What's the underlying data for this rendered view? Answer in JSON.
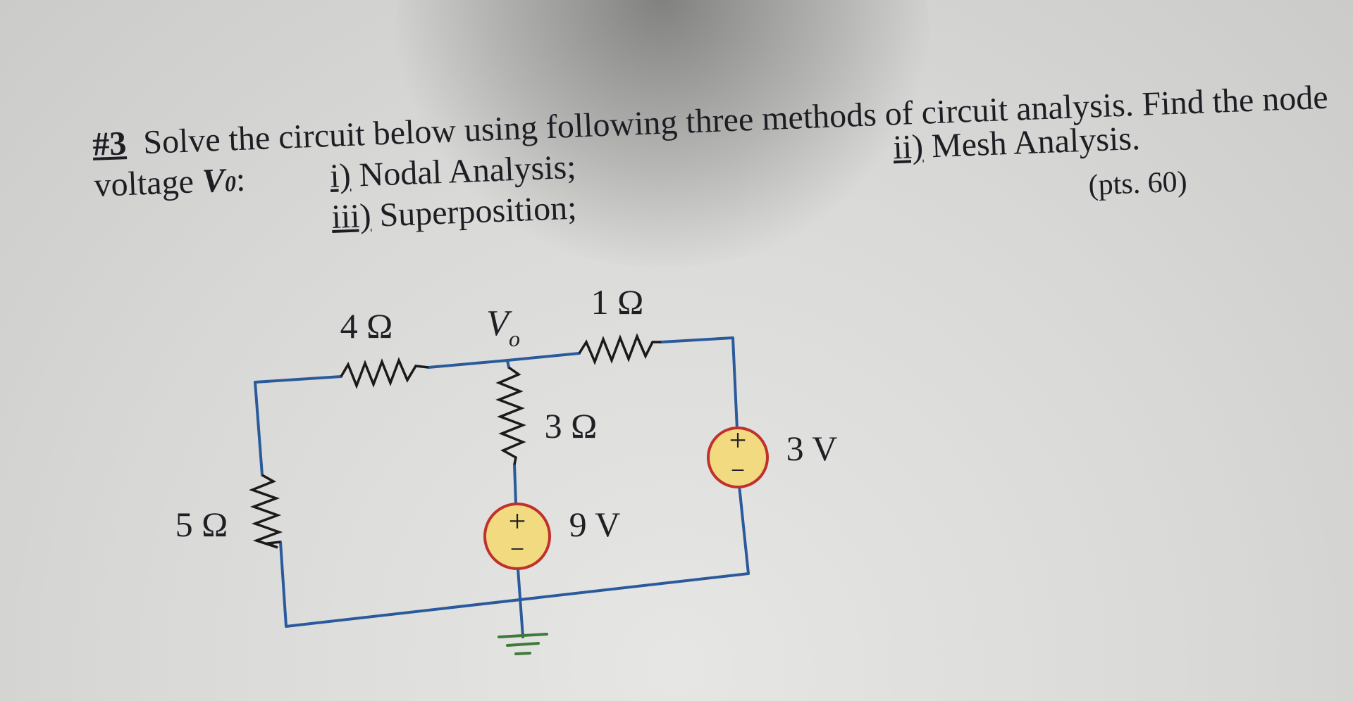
{
  "problem": {
    "number": "#3",
    "line1": "Solve the circuit below using following three methods of circuit analysis.  Find the node",
    "line2_prefix": "voltage ",
    "variable": "V",
    "variable_sub": "0",
    "line2_suffix": ":",
    "method_1_tag": "i)",
    "method_1_text": " Nodal Analysis;",
    "method_2_tag": "ii)",
    "method_2_text": " Mesh Analysis.",
    "method_3_tag": "iii)",
    "method_3_text": " Superposition;",
    "points": "(pts. 60)"
  },
  "circuit": {
    "r_left_top": "4 Ω",
    "node_label_main": "V",
    "node_label_sub": "o",
    "r_right_top": "1 Ω",
    "r_middle": "3 Ω",
    "r_left": "5 Ω",
    "source_right": "3 V",
    "source_middle": "9 V",
    "plus_symbol": "+",
    "minus_symbol": "−",
    "colors": {
      "wire": "#2a5a9c",
      "resistor": "#1a1a1a",
      "source_fill": "#f2da80",
      "source_stroke": "#c0302c"
    }
  }
}
